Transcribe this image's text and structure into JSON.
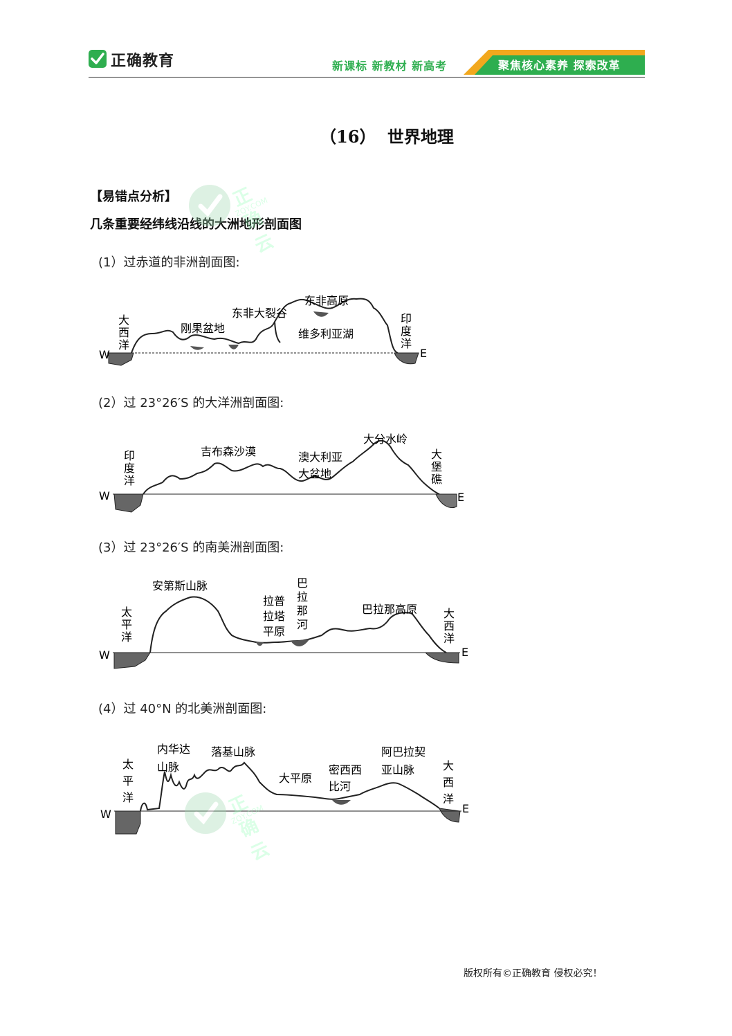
{
  "header": {
    "logo_text": "正确教育",
    "slogan_left": "新课标 新教材 新高考",
    "slogan_right": "聚焦核心素养 探索改革"
  },
  "title": {
    "number": "（16）",
    "text": "世界地理"
  },
  "section": {
    "heading": "【易错点分析】",
    "subheading": "几条重要经纬线沿线的大洲地形剖面图"
  },
  "watermark": {
    "text": "正确云",
    "sub": "ZQY.COM"
  },
  "figures": [
    {
      "caption": "(1）过赤道的非洲剖面图:",
      "west": "W",
      "east": "E",
      "labels": [
        "大西洋",
        "刚果盆地",
        "东非大裂谷",
        "东非高原",
        "维多利亚湖",
        "印度洋"
      ]
    },
    {
      "caption": "(2）过 23°26′S 的大洋洲剖面图:",
      "west": "W",
      "east": "E",
      "labels": [
        "印度洋",
        "吉布森沙漠",
        "澳大利亚大盆地",
        "大分水岭",
        "大堡礁"
      ]
    },
    {
      "caption": "(3）过 23°26′S 的南美洲剖面图:",
      "west": "W",
      "east": "E",
      "labels": [
        "太平洋",
        "安第斯山脉",
        "拉普拉塔平原",
        "巴拉那河",
        "巴拉那高原",
        "大西洋"
      ]
    },
    {
      "caption": "(4）过 40°N 的北美洲剖面图:",
      "west": "W",
      "east": "E",
      "labels": [
        "太平洋",
        "内华达山脉",
        "落基山脉",
        "大平原",
        "密西西比河",
        "阿巴拉契亚山脉",
        "大西洋"
      ]
    }
  ],
  "footer": "版权所有©正确教育 侵权必究！"
}
